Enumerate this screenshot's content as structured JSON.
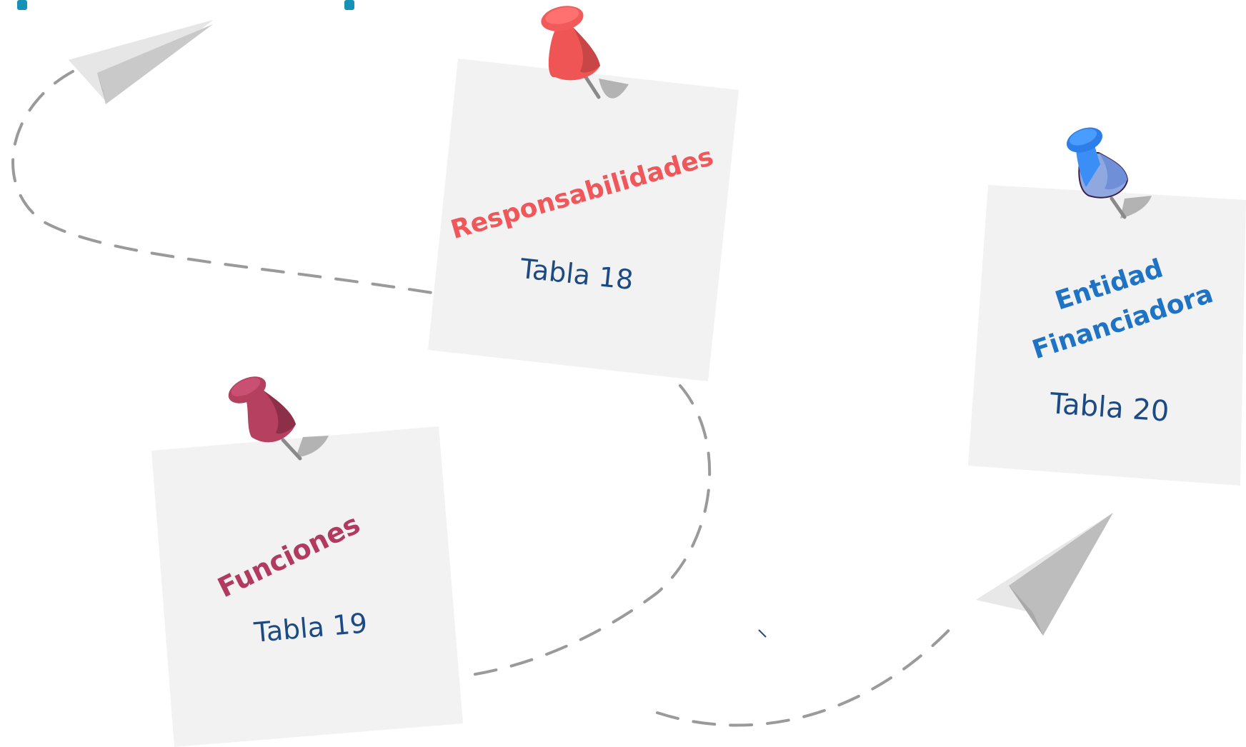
{
  "notes": [
    {
      "id": "responsabilidades",
      "title_lines": [
        "Responsabilidades"
      ],
      "subtitle": "Tabla 18",
      "title_color": "#f0575a",
      "pin_color": "#f05555"
    },
    {
      "id": "funciones",
      "title_lines": [
        "Funciones"
      ],
      "subtitle": "Tabla 19",
      "title_color": "#b23a5e",
      "pin_color": "#b5405f"
    },
    {
      "id": "entidad-financiadora",
      "title_lines": [
        "Entidad",
        "Financiadora"
      ],
      "subtitle": "Tabla 20",
      "title_color": "#1f73c4",
      "pin_color": "#3a8ef5"
    }
  ],
  "colors": {
    "note_background": "#f2f2f2",
    "subtitle_text": "#1c4a84",
    "dashed_path": "#9a9a9a",
    "paper_plane": "#d9d9d9",
    "corner_marks": "#1592b6"
  },
  "icons": [
    "push-pin-icon",
    "paper-plane-icon"
  ]
}
